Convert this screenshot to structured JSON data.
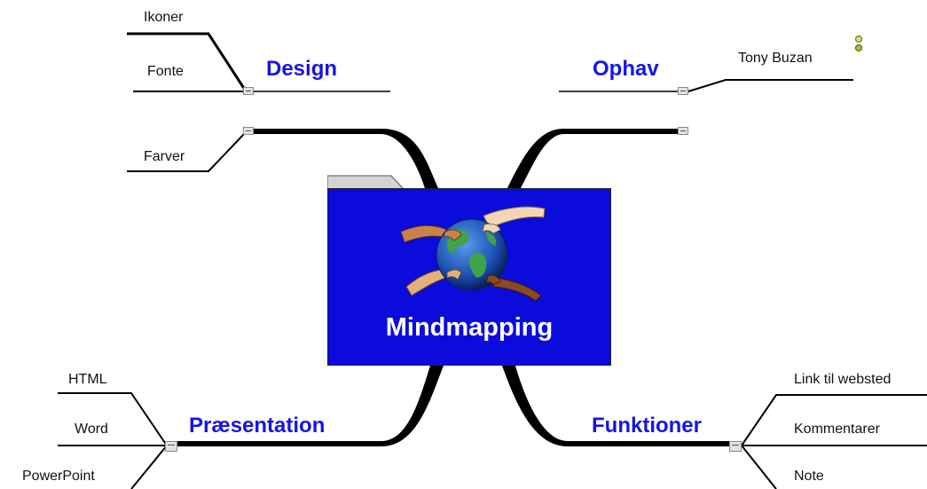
{
  "central": {
    "title": "Mindmapping",
    "icon": "globe-with-hands-icon",
    "fill_color": "#0b0bdb"
  },
  "branches": {
    "design": {
      "label": "Design",
      "children": [
        "Ikoner",
        "Fonte",
        "Farver"
      ]
    },
    "ophav": {
      "label": "Ophav",
      "children": [
        "Tony Buzan"
      ]
    },
    "praesentation": {
      "label": "Præsentation",
      "children": [
        "HTML",
        "Word",
        "PowerPoint"
      ]
    },
    "funktioner": {
      "label": "Funktioner",
      "children": [
        "Link til websted",
        "Kommentarer",
        "Note"
      ]
    }
  },
  "colors": {
    "branch_label": "#1515e6",
    "connector": "#000000",
    "status_dot": "#a3c22e"
  }
}
